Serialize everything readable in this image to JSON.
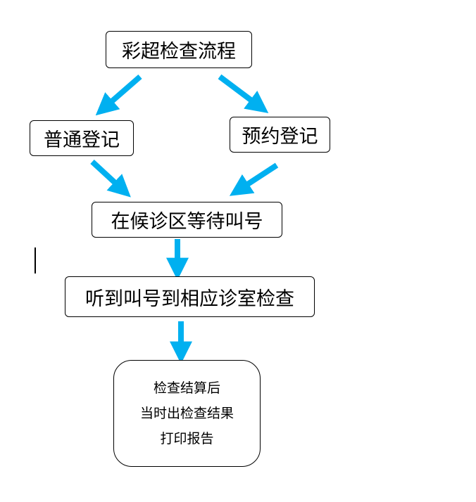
{
  "flowchart": {
    "title": "彩超检查流程",
    "normal_registration": "普通登记",
    "appointment_registration": "预约登记",
    "wait_in_area": "在候诊区等待叫号",
    "go_to_room": "听到叫号到相应诊室检查",
    "result_lines": [
      "检查结算后",
      "当时出检查结果",
      "打印报告"
    ]
  },
  "colors": {
    "arrow": "#00b0f0",
    "border": "#000000",
    "text": "#000000"
  }
}
